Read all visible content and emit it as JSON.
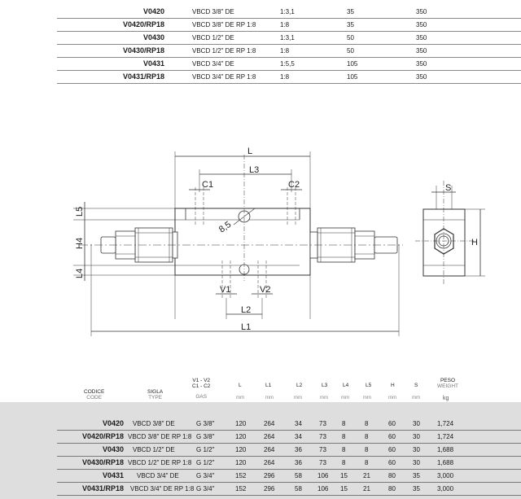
{
  "top_table": {
    "rows": [
      {
        "code": "V0420",
        "type": "VBCD 3/8\" DE",
        "ratio": "1:3,1",
        "flow": "35",
        "pressure": "350"
      },
      {
        "code": "V0420/RP18",
        "type": "VBCD 3/8\" DE RP 1:8",
        "ratio": "1:8",
        "flow": "35",
        "pressure": "350"
      },
      {
        "code": "V0430",
        "type": "VBCD 1/2\" DE",
        "ratio": "1:3,1",
        "flow": "50",
        "pressure": "350"
      },
      {
        "code": "V0430/RP18",
        "type": "VBCD 1/2\" DE RP 1:8",
        "ratio": "1:8",
        "flow": "50",
        "pressure": "350"
      },
      {
        "code": "V0431",
        "type": "VBCD 3/4\" DE",
        "ratio": "1:5,5",
        "flow": "105",
        "pressure": "350"
      },
      {
        "code": "V0431/RP18",
        "type": "VBCD 3/4\" DE RP 1:8",
        "ratio": "1:8",
        "flow": "105",
        "pressure": "350"
      }
    ]
  },
  "drawing": {
    "labels": {
      "L": "L",
      "L3": "L3",
      "C1": "C1",
      "C2": "C2",
      "L5": "L5",
      "H4": "H4",
      "L4": "L4",
      "hole": "8,5",
      "V1": "V1",
      "V2": "V2",
      "L2": "L2",
      "L1": "L1",
      "S": "S",
      "H": "H"
    }
  },
  "bottom_table": {
    "headers": {
      "code": "CODICE",
      "code_sub": "CODE",
      "type": "SIGLA",
      "type_sub": "TYPE",
      "ports1": "V1 - V2",
      "ports2": "C1 - C2",
      "ports_sub": "GAS",
      "L": "L",
      "L1": "L1",
      "L2": "L2",
      "L3": "L3",
      "L4": "L4",
      "L5": "L5",
      "H": "H",
      "S": "S",
      "weight": "PESO",
      "weight_sub": "WEIGHT"
    },
    "units": {
      "mm": "mm",
      "kg": "kg"
    },
    "rows": [
      {
        "code": "V0420",
        "type": "VBCD 3/8\" DE",
        "gas": "G 3/8\"",
        "L": "120",
        "L1": "264",
        "L2": "34",
        "L3": "73",
        "L4": "8",
        "L5": "8",
        "H": "60",
        "S": "30",
        "weight": "1,724"
      },
      {
        "code": "V0420/RP18",
        "type": "VBCD 3/8\" DE RP 1:8",
        "gas": "G 3/8\"",
        "L": "120",
        "L1": "264",
        "L2": "34",
        "L3": "73",
        "L4": "8",
        "L5": "8",
        "H": "60",
        "S": "30",
        "weight": "1,724"
      },
      {
        "code": "V0430",
        "type": "VBCD 1/2\" DE",
        "gas": "G 1/2\"",
        "L": "120",
        "L1": "264",
        "L2": "36",
        "L3": "73",
        "L4": "8",
        "L5": "8",
        "H": "60",
        "S": "30",
        "weight": "1,688"
      },
      {
        "code": "V0430/RP18",
        "type": "VBCD 1/2\" DE RP 1:8",
        "gas": "G 1/2\"",
        "L": "120",
        "L1": "264",
        "L2": "36",
        "L3": "73",
        "L4": "8",
        "L5": "8",
        "H": "60",
        "S": "30",
        "weight": "1,688"
      },
      {
        "code": "V0431",
        "type": "VBCD 3/4\" DE",
        "gas": "G 3/4\"",
        "L": "152",
        "L1": "296",
        "L2": "58",
        "L3": "106",
        "L4": "15",
        "L5": "21",
        "H": "80",
        "S": "35",
        "weight": "3,000"
      },
      {
        "code": "V0431/RP18",
        "type": "VBCD 3/4\" DE RP 1:8",
        "gas": "G 3/4\"",
        "L": "152",
        "L1": "296",
        "L2": "58",
        "L3": "106",
        "L4": "15",
        "L5": "21",
        "H": "80",
        "S": "35",
        "weight": "3,000"
      }
    ]
  }
}
